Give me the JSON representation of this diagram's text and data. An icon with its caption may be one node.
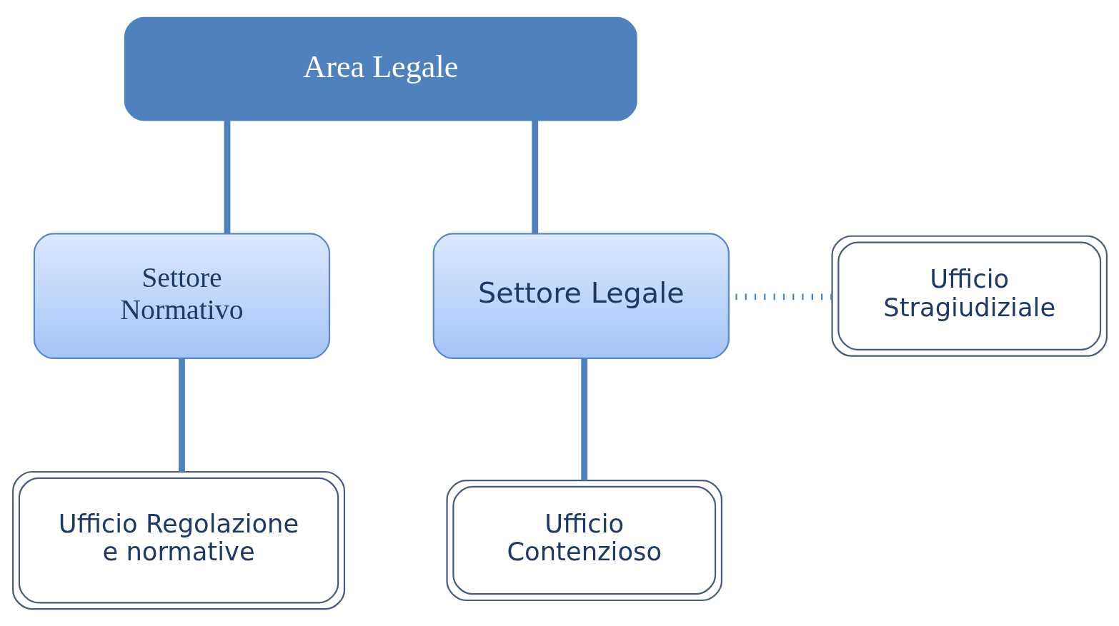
{
  "diagram": {
    "nodes": [
      {
        "text": [
          "Area Legale"
        ]
      },
      {
        "text": [
          "Settore Normativo"
        ]
      },
      {
        "text": [
          "Ufficio Stragiudiziale"
        ]
      },
      {
        "text": [
          "Settore Legale"
        ]
      },
      {
        "text": [
          "Ufficio Regolazione e normative"
        ]
      },
      {
        "text": [
          "Ufficio Contenzioso"
        ]
      }
    ],
    "edges": [
      {
        "from": 0,
        "to": 3,
        "arrow": "none"
      },
      {
        "from": 0,
        "to": 1,
        "arrow": "none"
      },
      {
        "from": 2,
        "to": 3,
        "arrow": "none",
        "style": "dashed"
      },
      {
        "from": 3,
        "to": 5,
        "arrow": "none"
      },
      {
        "from": 1,
        "to": 4,
        "arrow": "none"
      }
    ]
  }
}
